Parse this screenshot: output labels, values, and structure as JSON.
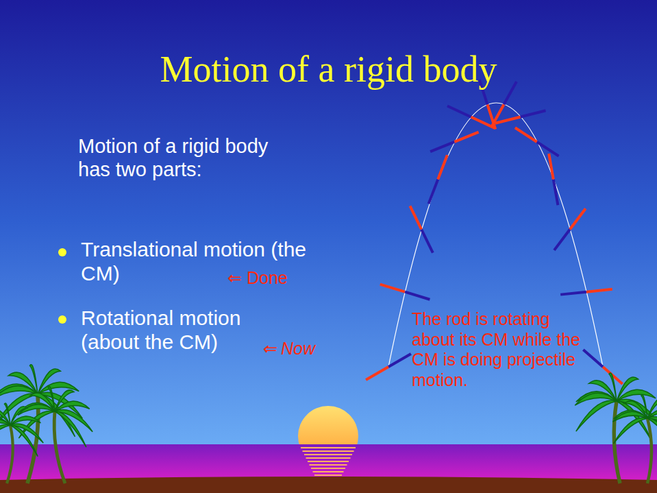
{
  "diagram": {
    "title": "Motion of a rigid body",
    "labels": [
      "Motion of a rigid body has two parts:",
      "Translational motion (the CM)",
      "⇐ Done",
      "Rotational motion (about the CM)",
      "⇐ Now",
      "The rod is rotating about its CM while the CM is doing projectile motion."
    ]
  }
}
